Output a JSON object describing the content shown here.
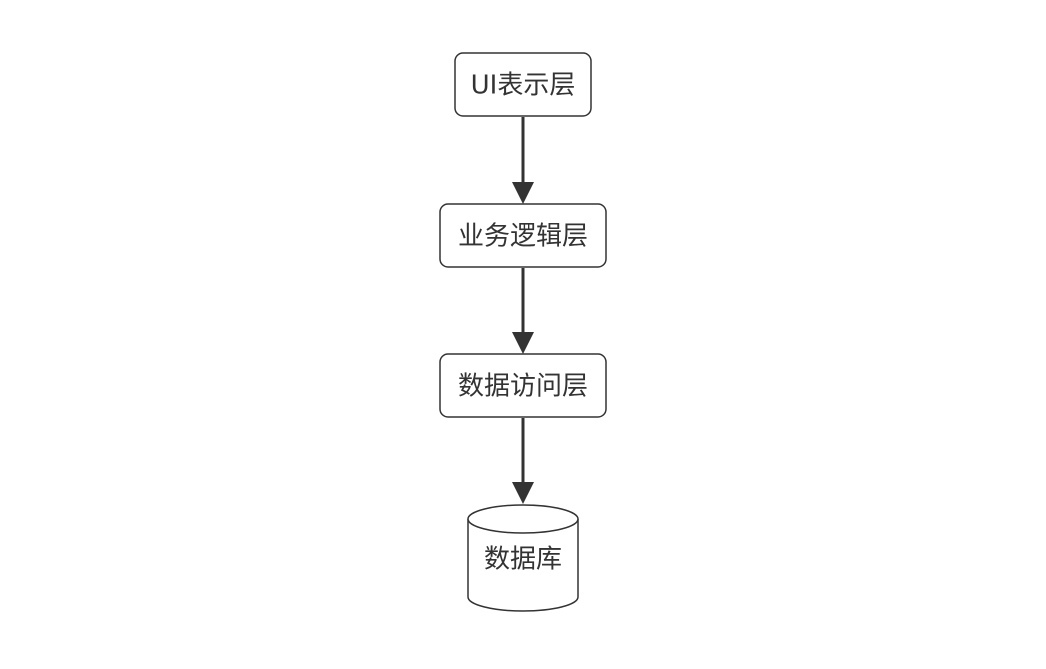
{
  "colors": {
    "stroke": "#333333",
    "fill": "#ffffff",
    "text": "#333333"
  },
  "nodes": [
    {
      "id": "ui",
      "label": "UI表示层",
      "shape": "rounded-rect"
    },
    {
      "id": "bll",
      "label": "业务逻辑层",
      "shape": "rounded-rect"
    },
    {
      "id": "dal",
      "label": "数据访问层",
      "shape": "rounded-rect"
    },
    {
      "id": "db",
      "label": "数据库",
      "shape": "cylinder"
    }
  ],
  "edges": [
    {
      "from": "ui",
      "to": "bll"
    },
    {
      "from": "bll",
      "to": "dal"
    },
    {
      "from": "dal",
      "to": "db"
    }
  ]
}
